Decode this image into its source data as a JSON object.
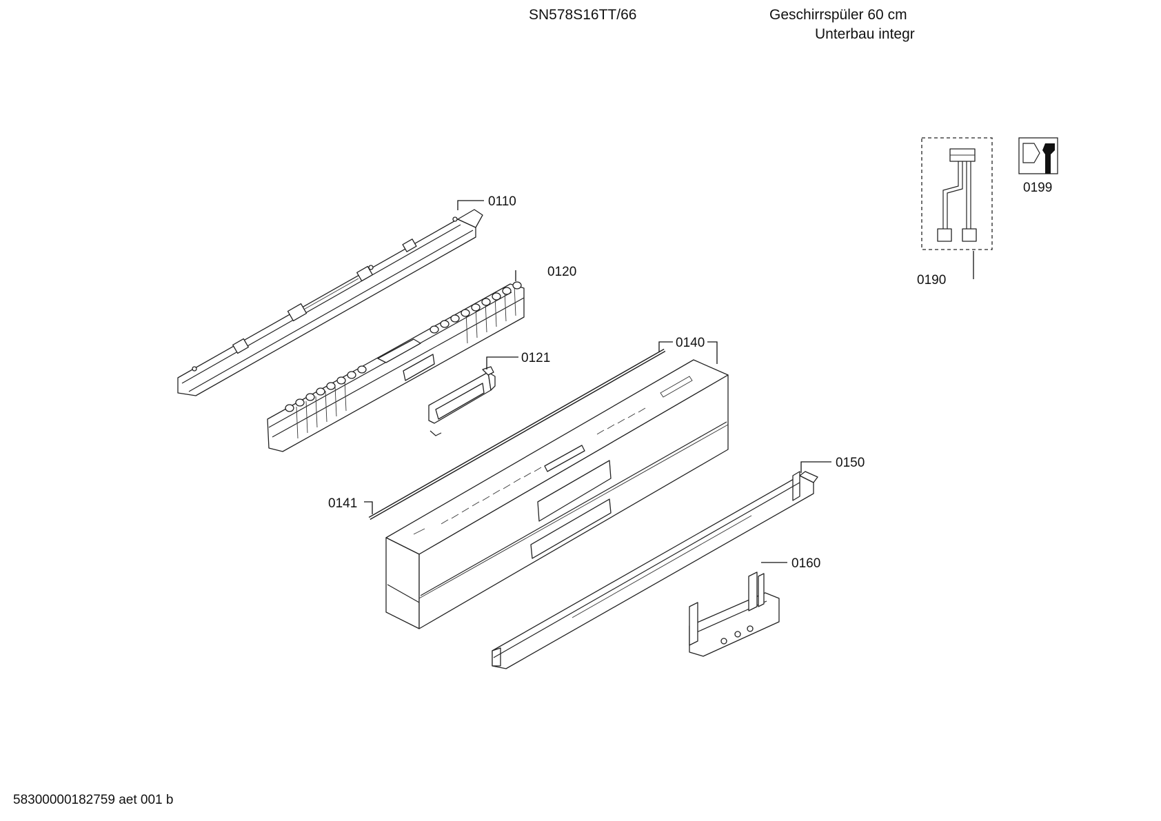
{
  "header": {
    "model": "SN578S16TT/66",
    "title_line1": "Geschirrspüler 60 cm",
    "title_line2": "Unterbau integr"
  },
  "footer": {
    "doc_id": "58300000182759 aet 001 b"
  },
  "parts": {
    "p0110": "0110",
    "p0120": "0120",
    "p0121": "0121",
    "p0140": "0140",
    "p0141": "0141",
    "p0150": "0150",
    "p0160": "0160",
    "p0190": "0190",
    "p0199": "0199"
  },
  "icons": {
    "service_tool": "wrench-icon"
  }
}
